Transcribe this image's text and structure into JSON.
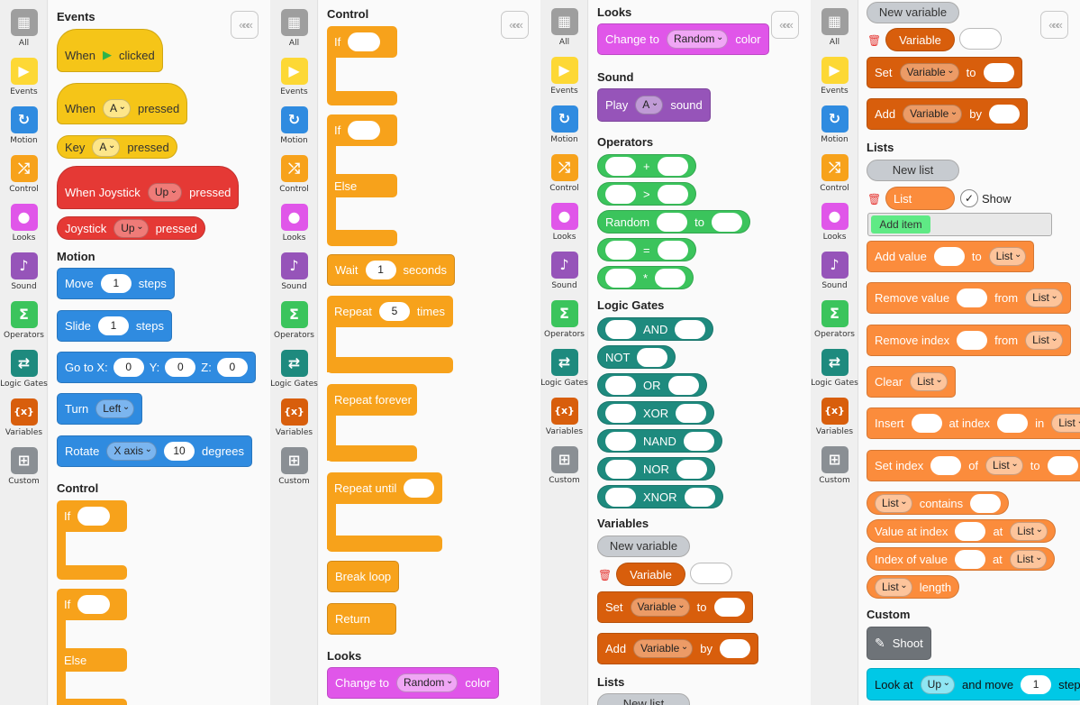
{
  "categories": [
    {
      "key": "all",
      "label": "All",
      "icon": "▦",
      "color": "#9e9e9e"
    },
    {
      "key": "events",
      "label": "Events",
      "icon": "▶",
      "color": "#fdd835"
    },
    {
      "key": "motion",
      "label": "Motion",
      "icon": "↻",
      "color": "#2f8be0"
    },
    {
      "key": "control",
      "label": "Control",
      "icon": "⤮",
      "color": "#f7a21b"
    },
    {
      "key": "looks",
      "label": "Looks",
      "icon": "●",
      "color": "#e056e9"
    },
    {
      "key": "sound",
      "label": "Sound",
      "icon": "♪",
      "color": "#9654b9"
    },
    {
      "key": "operators",
      "label": "Operators",
      "icon": "Σ",
      "color": "#3bc45c"
    },
    {
      "key": "logic",
      "label": "Logic Gates",
      "icon": "⇄",
      "color": "#1e8a7e"
    },
    {
      "key": "variables",
      "label": "Variables",
      "icon": "{x}",
      "color": "#d85e0c"
    },
    {
      "key": "custom",
      "label": "Custom",
      "icon": "⊞",
      "color": "#8a8f94"
    }
  ],
  "collapse_icon": "«««",
  "p1": {
    "events_header": "Events",
    "when_label": "When",
    "clicked": "clicked",
    "pressed": "pressed",
    "A": "A",
    "key_label": "Key",
    "joystick_when": "When Joystick",
    "up": "Up",
    "joystick_label": "Joystick",
    "motion_header": "Motion",
    "move": "Move",
    "steps": "steps",
    "move_val": "1",
    "slide": "Slide",
    "slide_val": "1",
    "goto": "Go to X:",
    "y": "Y:",
    "z": "Z:",
    "zero": "0",
    "turn": "Turn",
    "left": "Left",
    "rotate": "Rotate",
    "xaxis": "X axis",
    "ten": "10",
    "degrees": "degrees",
    "control_header": "Control",
    "if": "If",
    "else": "Else"
  },
  "p2": {
    "control_header": "Control",
    "if": "If",
    "else": "Else",
    "wait": "Wait",
    "wait_val": "1",
    "seconds": "seconds",
    "repeat": "Repeat",
    "repeat_val": "5",
    "times": "times",
    "forever": "Repeat forever",
    "until": "Repeat until",
    "break": "Break loop",
    "return": "Return",
    "looks_header": "Looks",
    "change_to": "Change to",
    "random": "Random",
    "color": "color"
  },
  "p3": {
    "looks_header": "Looks",
    "change_to": "Change to",
    "random": "Random",
    "color": "color",
    "sound_header": "Sound",
    "play": "Play",
    "A": "A",
    "sound": "sound",
    "operators_header": "Operators",
    "plus": "+",
    "gt": ">",
    "to": "to",
    "eq": "=",
    "mul": "*",
    "logic_header": "Logic Gates",
    "and": "AND",
    "not": "NOT",
    "or": "OR",
    "xor": "XOR",
    "nand": "NAND",
    "nor": "NOR",
    "xnor": "XNOR",
    "variables_header": "Variables",
    "new_variable": "New variable",
    "variable": "Variable",
    "set": "Set",
    "add": "Add",
    "by": "by",
    "lists_header": "Lists",
    "new_list": "New list"
  },
  "p4": {
    "new_variable": "New variable",
    "variable": "Variable",
    "set": "Set",
    "to": "to",
    "add": "Add",
    "by": "by",
    "lists_header": "Lists",
    "new_list": "New list",
    "list": "List",
    "show": "Show",
    "add_item": "Add item",
    "add_value": "Add value",
    "remove_value": "Remove value",
    "from": "from",
    "remove_index": "Remove index",
    "clear": "Clear",
    "insert": "Insert",
    "at_index": "at index",
    "in": "in",
    "set_index": "Set index",
    "of": "of",
    "contains": "contains",
    "value_at_index": "Value at index",
    "at": "at",
    "index_of_value": "Index of value",
    "length": "length",
    "custom_header": "Custom",
    "shoot": "Shoot",
    "look_at": "Look at",
    "up": "Up",
    "and_move": "and move",
    "one": "1",
    "steps_cut": "step"
  },
  "colors": {
    "events": "#f5c518",
    "joystick": "#e53935",
    "motion": "#2f8be0",
    "control": "#f7a21b",
    "looks": "#e056e9",
    "sound": "#9654b9",
    "operators": "#3bc45c",
    "logic": "#1e8a7e",
    "variables": "#d85e0c",
    "lists": "#fb8c3c",
    "custom": "#6e7378",
    "custom_cyan": "#00c8e6"
  }
}
